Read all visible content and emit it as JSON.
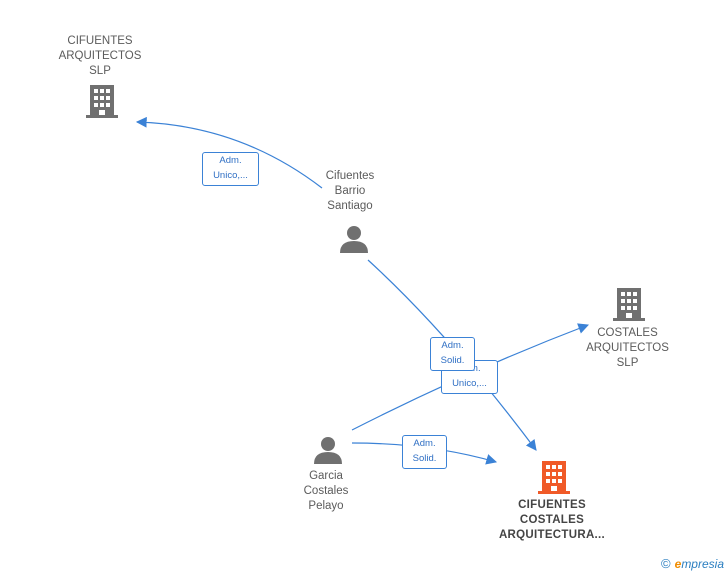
{
  "nodes": {
    "cifuentes_arquitectos": {
      "label": "CIFUENTES\nARQUITECTOS\nSLP",
      "type": "company"
    },
    "cifuentes_barrio": {
      "label": "Cifuentes\nBarrio\nSantiago",
      "type": "person"
    },
    "costales_arquitectos": {
      "label": "COSTALES\nARQUITECTOS\nSLP",
      "type": "company"
    },
    "garcia_costales": {
      "label": "Garcia\nCostales\nPelayo",
      "type": "person"
    },
    "cifuentes_costales": {
      "label": "CIFUENTES\nCOSTALES\nARQUITECTURA...",
      "type": "company-main"
    }
  },
  "edges": {
    "e1": {
      "label": "Adm.\nUnico,..."
    },
    "e2": {
      "label": "Adm.\nSolid."
    },
    "e3": {
      "label": "Adm.\nUnico,..."
    },
    "e4": {
      "label": "Adm.\nSolid."
    }
  },
  "colors": {
    "edge": "#3b82d6",
    "company_icon": "#707070",
    "main_icon": "#f05a28",
    "person_icon": "#707070"
  },
  "footer": {
    "copyright": "©",
    "brand_e": "e",
    "brand_rest": "mpresia"
  }
}
